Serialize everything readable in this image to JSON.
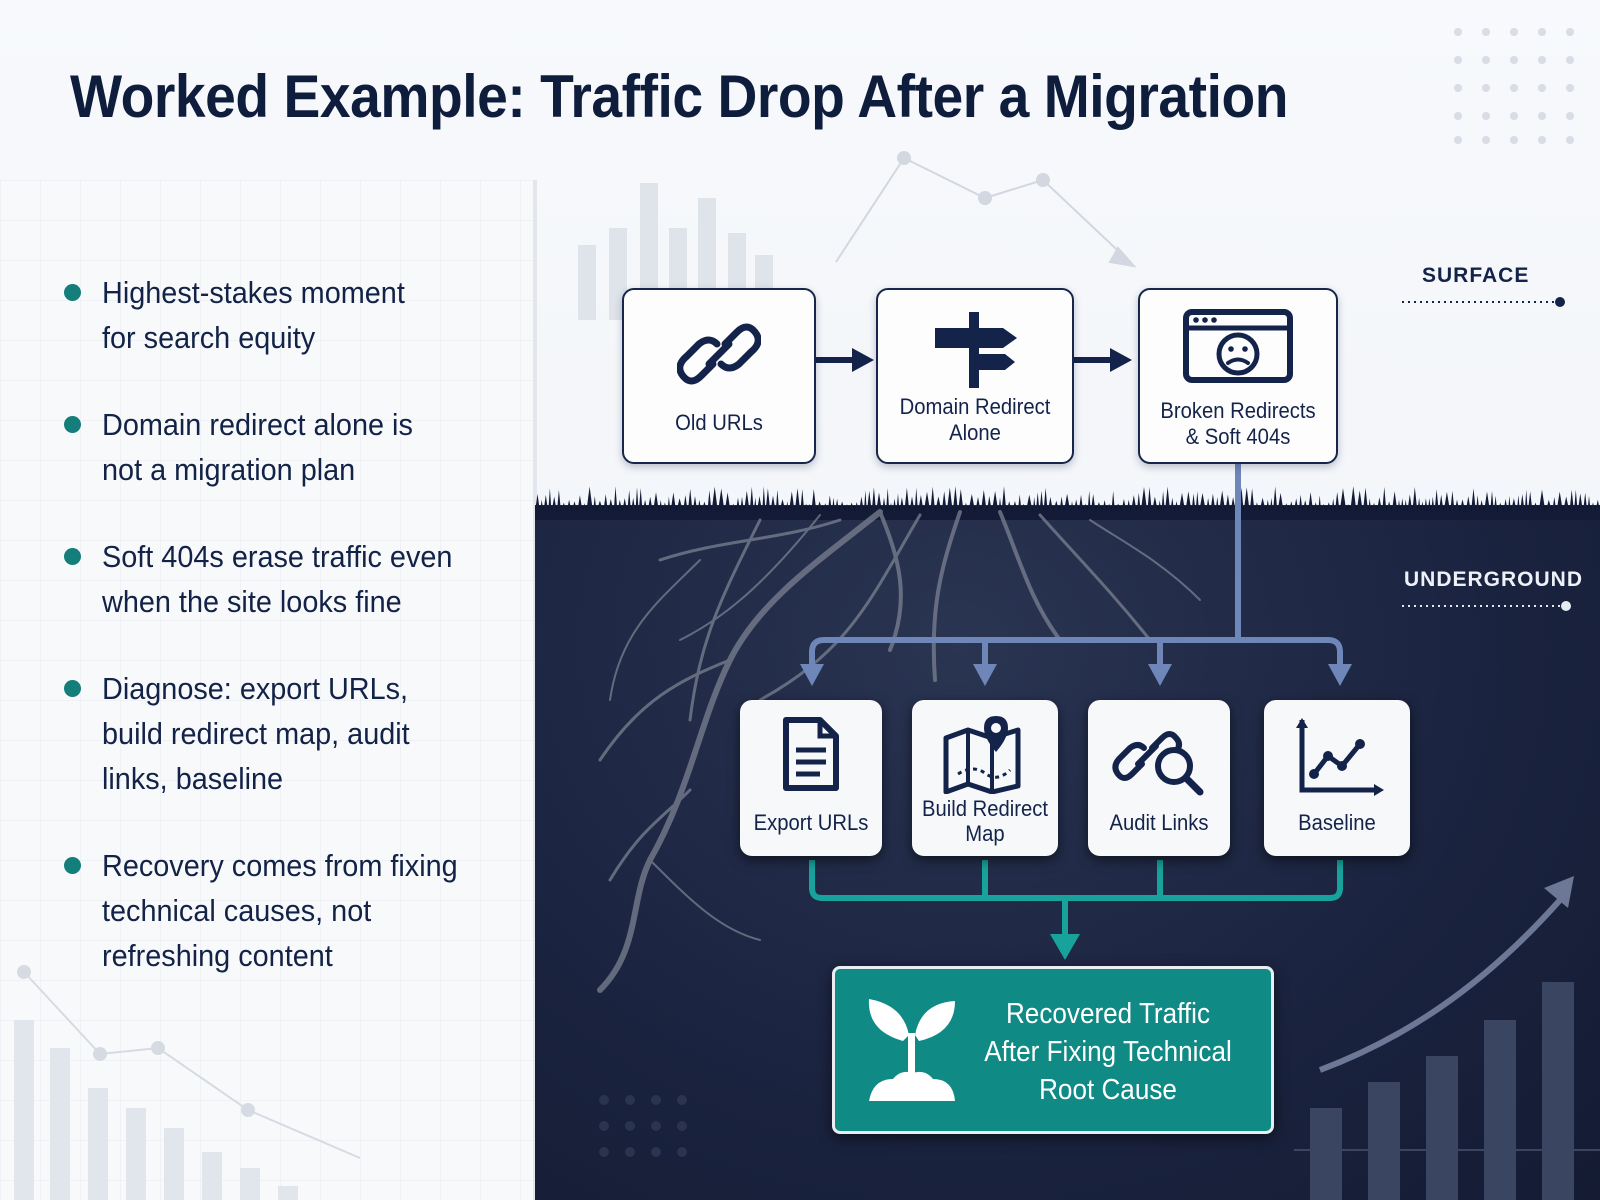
{
  "title": "Worked Example: Traffic Drop After a Migration",
  "bullets": [
    "Highest-stakes moment\nfor search equity",
    "Domain redirect alone is\nnot a migration plan",
    "Soft 404s erase traffic even\nwhen the site looks fine",
    "Diagnose: export URLs,\nbuild redirect map, audit\nlinks, baseline",
    "Recovery comes from fixing\ntechnical causes, not\nrefreshing content"
  ],
  "layers": {
    "surface": "SURFACE",
    "underground": "UNDERGROUND"
  },
  "surface_nodes": [
    {
      "label": "Old URLs",
      "icon": "chain-link-icon"
    },
    {
      "label": "Domain Redirect\nAlone",
      "icon": "signpost-icon"
    },
    {
      "label": "Broken Redirects\n& Soft 404s",
      "icon": "sad-browser-icon"
    }
  ],
  "diagnose_nodes": [
    {
      "label": "Export URLs",
      "icon": "document-icon"
    },
    {
      "label": "Build Redirect\nMap",
      "icon": "map-pin-icon"
    },
    {
      "label": "Audit Links",
      "icon": "link-search-icon"
    },
    {
      "label": "Baseline",
      "icon": "line-chart-icon"
    }
  ],
  "outcome": {
    "label": "Recovered Traffic\nAfter Fixing Technical\nRoot Cause",
    "icon": "sprout-icon"
  },
  "colors": {
    "navy": "#13234a",
    "teal": "#0f8a85",
    "soil": "#1b2440",
    "connector": "#6f86b8"
  }
}
